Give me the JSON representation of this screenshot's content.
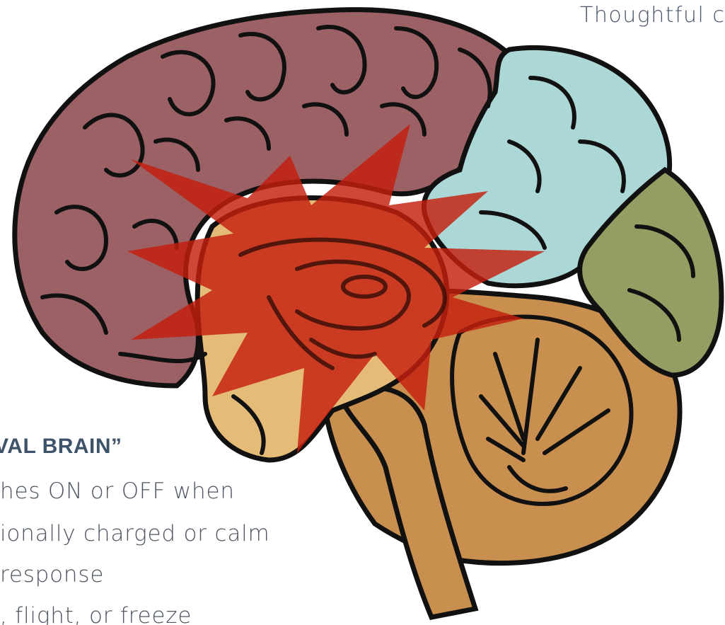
{
  "caption_top": "Thoughtful c",
  "callout": {
    "heading": "VAL BRAIN”",
    "lines": [
      "hes ON or OFF when",
      "ionally charged or calm",
      "response",
      ", flight, or freeze"
    ]
  },
  "colors": {
    "frontal": "#9b6164",
    "parietal": "#abd8d6",
    "occipital": "#949e62",
    "temporal": "#c98f4f",
    "limbic": "#e4bc78",
    "cerebellum": "#c98f4f",
    "starburst": "#c41e0e",
    "outline": "#111111",
    "heading_text": "#3d5369",
    "body_text": "#4d5560"
  }
}
